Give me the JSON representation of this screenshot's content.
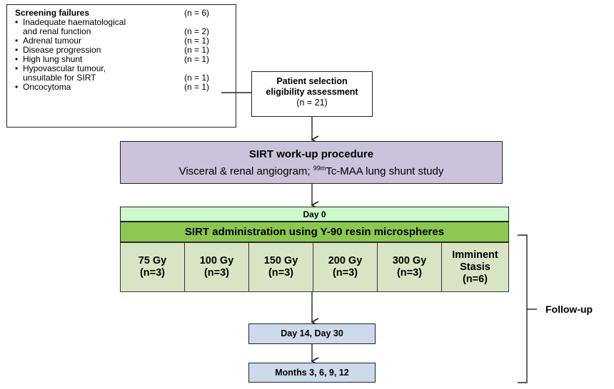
{
  "screening": {
    "title": "Screening failures",
    "total": "(n = 6)",
    "items": [
      {
        "bullet": "•",
        "lines": [
          "Inadequate haematological",
          "and renal function"
        ],
        "count": "(n = 2)"
      },
      {
        "bullet": "•",
        "lines": [
          "Adrenal tumour"
        ],
        "count": "(n = 1)"
      },
      {
        "bullet": "•",
        "lines": [
          "Disease progression"
        ],
        "count": "(n = 1)"
      },
      {
        "bullet": "•",
        "lines": [
          "High lung shunt"
        ],
        "count": "(n = 1)"
      },
      {
        "bullet": "•",
        "lines": [
          "Hypovascular tumour,",
          "unsuitable for SIRT"
        ],
        "count": "(n = 1)"
      },
      {
        "bullet": "•",
        "lines": [
          "Oncocytoma"
        ],
        "count": "(n = 1)"
      }
    ]
  },
  "patient_selection": {
    "line1": "Patient selection",
    "line2": "eligibility assessment",
    "count": "(n = 21)"
  },
  "workup": {
    "title": "SIRT work-up procedure",
    "sub_prefix": "Visceral & renal angiogram; ",
    "sub_sup": "99m",
    "sub_suffix": "Tc-MAA lung shunt study"
  },
  "day0": "Day 0",
  "administration": "SIRT administration using Y-90 resin microspheres",
  "doses": [
    {
      "lines": [
        "75 Gy",
        "(n=3)"
      ]
    },
    {
      "lines": [
        "100 Gy",
        "(n=3)"
      ]
    },
    {
      "lines": [
        "150 Gy",
        "(n=3)"
      ]
    },
    {
      "lines": [
        "200 Gy",
        "(n=3)"
      ]
    },
    {
      "lines": [
        "300 Gy",
        "(n=3)"
      ]
    },
    {
      "lines": [
        "Imminent",
        "Stasis",
        "(n=6)"
      ]
    }
  ],
  "followup_1": "Day 14, Day 30",
  "followup_2": "Months 3, 6, 9, 12",
  "followup_label": "Follow-up",
  "colors": {
    "workup_bg": "#cbc3dc",
    "day0_bg": "#ccfacc",
    "admin_bg": "#8cc850",
    "dose_bg": "#d8e5c4",
    "followup_bg": "#ccdaea"
  }
}
